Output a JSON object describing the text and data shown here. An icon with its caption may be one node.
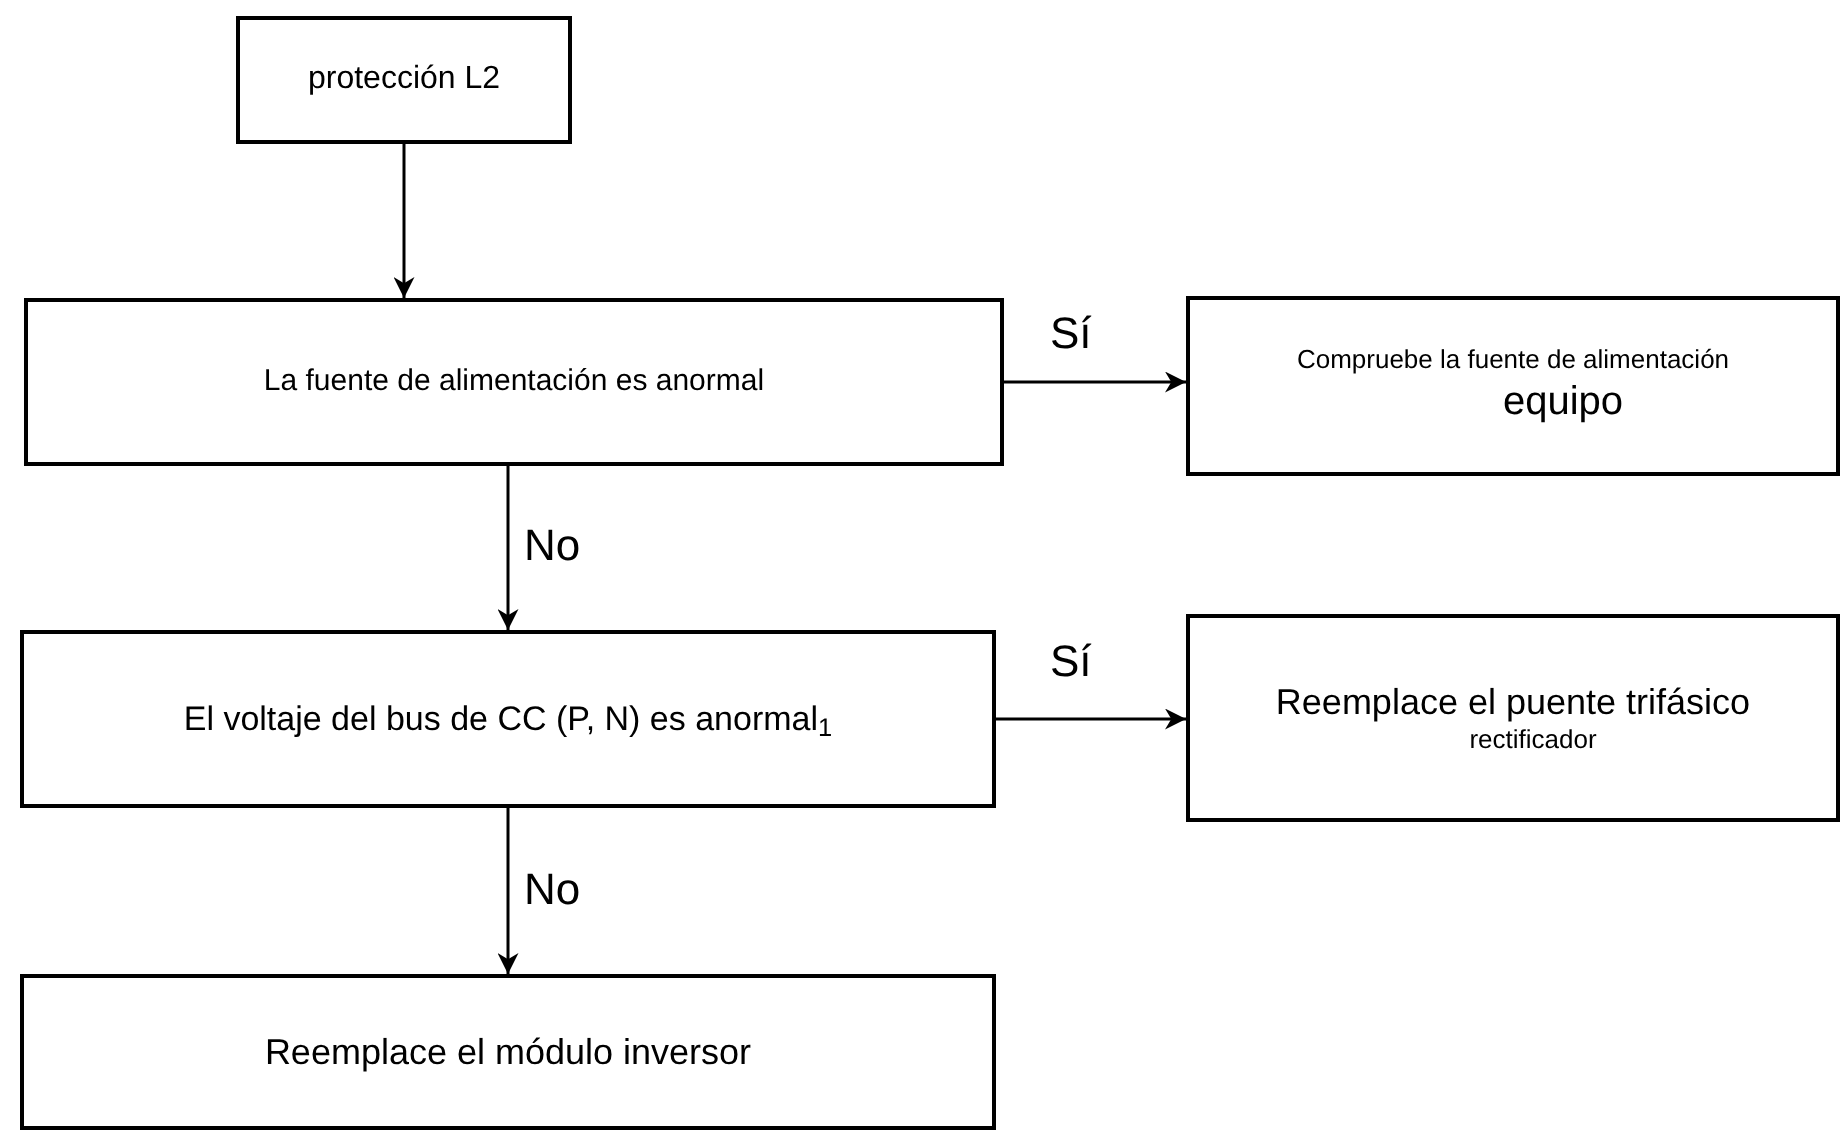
{
  "diagram": {
    "nodes": [
      {
        "text": [
          "protección L2"
        ]
      },
      {
        "text": [
          "La fuente de alimentación es anormal"
        ]
      },
      {
        "text": [
          "Compruebe la fuente de alimentación",
          "equipo"
        ]
      },
      {
        "text": [
          "El voltaje del bus de CC (P, N) es anormal$_{1}$"
        ]
      },
      {
        "text": [
          "Reemplace el puente trifásico",
          "rectificador"
        ]
      },
      {
        "text": [
          "Reemplace el módulo inversor"
        ]
      }
    ],
    "edges": [
      {
        "from": 0,
        "to": 1,
        "arrow": "to"
      },
      {
        "from": 1,
        "to": 2,
        "arrow": "to",
        "label": "Sí"
      },
      {
        "from": 1,
        "to": 3,
        "arrow": "to",
        "label": "No"
      },
      {
        "from": 3,
        "to": 4,
        "arrow": "to",
        "label": "Sí"
      },
      {
        "from": 3,
        "to": 5,
        "arrow": "to",
        "label": "No"
      }
    ]
  }
}
